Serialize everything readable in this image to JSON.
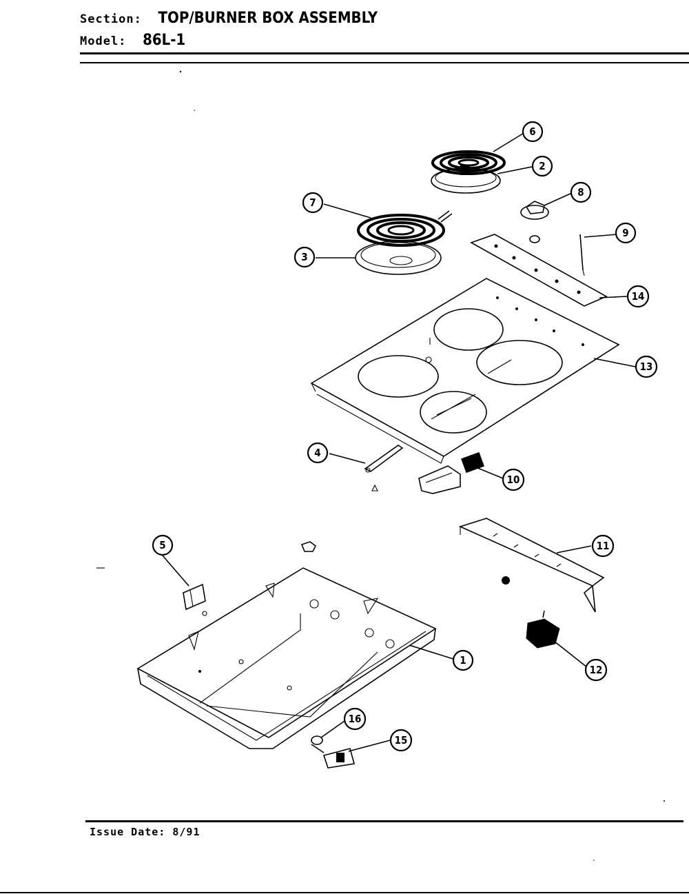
{
  "header": {
    "section_label": "Section:",
    "section_value": "TOP/BURNER BOX ASSEMBLY",
    "model_label": "Model:",
    "model_value": "86L-1"
  },
  "footer": {
    "issue_date": "Issue Date: 8/91"
  },
  "callouts": [
    {
      "id": "6",
      "label": "6"
    },
    {
      "id": "2",
      "label": "2"
    },
    {
      "id": "8",
      "label": "8"
    },
    {
      "id": "7",
      "label": "7"
    },
    {
      "id": "3",
      "label": "3"
    },
    {
      "id": "9",
      "label": "9"
    },
    {
      "id": "14",
      "label": "14"
    },
    {
      "id": "13",
      "label": "13"
    },
    {
      "id": "4",
      "label": "4"
    },
    {
      "id": "10",
      "label": "10"
    },
    {
      "id": "5",
      "label": "5"
    },
    {
      "id": "11",
      "label": "11"
    },
    {
      "id": "1",
      "label": "1"
    },
    {
      "id": "12",
      "label": "12"
    },
    {
      "id": "16",
      "label": "16"
    },
    {
      "id": "15",
      "label": "15"
    }
  ]
}
